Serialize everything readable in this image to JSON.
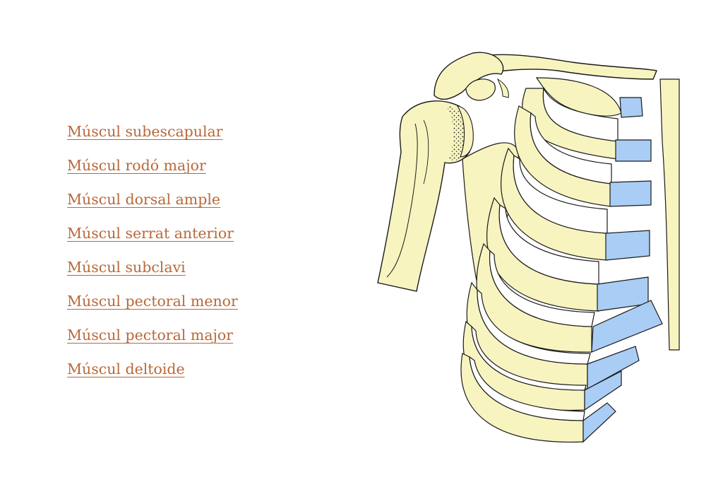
{
  "links": [
    {
      "label": "Múscul subescapular"
    },
    {
      "label": "Múscul rodó major"
    },
    {
      "label": "Múscul dorsal ample"
    },
    {
      "label": "Múscul serrat anterior"
    },
    {
      "label": "Múscul subclavi"
    },
    {
      "label": "Múscul pectoral menor"
    },
    {
      "label": "Múscul pectoral major"
    },
    {
      "label": "Múscul deltoide"
    }
  ],
  "colors": {
    "link": "#b8693a",
    "bone": "#f8f4c0",
    "cartilage": "#a9cdf5",
    "outline": "#1a1a1a"
  }
}
